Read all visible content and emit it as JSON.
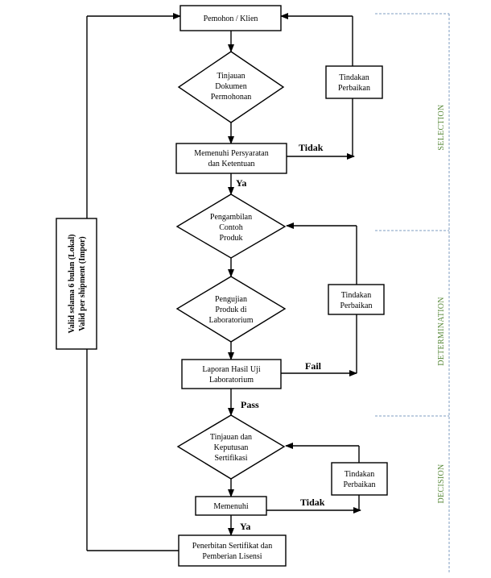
{
  "nodes": {
    "pemohon": "Pemohon / Klien",
    "tinjauan_dokumen": [
      "Tinjauan",
      "Dokumen",
      "Permohonan"
    ],
    "memenuhi_persyaratan": [
      "Memenuhi Persyaratan",
      "dan Ketentuan"
    ],
    "tindakan_1": [
      "Tindakan",
      "Perbaikan"
    ],
    "pengambilan": [
      "Pengambilan",
      "Contoh",
      "Produk"
    ],
    "pengujian": [
      "Pengujian",
      "Produk di",
      "Laboratorium"
    ],
    "tindakan_2": [
      "Tindakan",
      "Perbaikan"
    ],
    "laporan": [
      "Laporan Hasil Uji",
      "Laboratorium"
    ],
    "tinjauan_keputusan": [
      "Tinjauan dan",
      "Keputusan",
      "Sertifikasi"
    ],
    "tindakan_3": [
      "Tindakan",
      "Perbaikan"
    ],
    "memenuhi": "Memenuhi",
    "penerbitan": [
      "Penerbitan Sertifikat dan",
      "Pemberian Lisensi"
    ]
  },
  "edge_labels": {
    "tidak_1": "Tidak",
    "ya_1": "Ya",
    "fail": "Fail",
    "pass": "Pass",
    "tidak_2": "Tidak",
    "ya_2": "Ya"
  },
  "validity": [
    "Valid selama 6 bulan (Lokal)",
    "Valid per shipment (Impor)"
  ],
  "phases": {
    "selection": "SELECTION",
    "determination": "DETERMINATION",
    "decision": "DECISION"
  },
  "colors": {
    "phase_text": "#5a8a3c",
    "phase_line": "#7f9cc0"
  }
}
